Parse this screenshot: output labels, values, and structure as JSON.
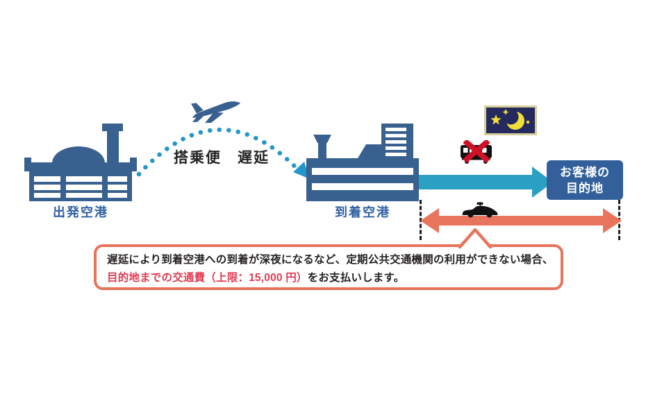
{
  "labels": {
    "flight_delay": "搭乗便　遅延",
    "departure_airport": "出発空港",
    "arrival_airport": "到着空港"
  },
  "destination_box": {
    "line1": "お客様の",
    "line2": "目的地"
  },
  "note": {
    "line1": "遅延により到着空港への到着が深夜になるなど、定期公共交通機関の利用ができない場合、",
    "line2_red": "目的地までの交通費（上限：15,000 円）",
    "line2_black": "をお支払いします。"
  },
  "icons": {
    "airplane": "airplane-icon",
    "flight_path": "dotted-arc-with-arrowhead",
    "departure_airport": "airport-terminal-with-dome-and-tower",
    "arrival_airport": "airport-terminal-with-tower-and-skyscraper",
    "night_sky": "night-sky-moon-and-stars-icon",
    "no_train": "train-with-red-x-icon",
    "taxi": "taxi-silhouette-icon",
    "teal_arrow": "right-arrow",
    "red_double_arrow": "double-headed-arrow"
  },
  "colors": {
    "building_navy": "#39618f",
    "label_blue": "#2e5fa3",
    "flight_path_cyan": "#2397cb",
    "teal_arrow": "#2aa0c2",
    "destination_box_navy": "#33609a",
    "salmon_arrow": "#e8745c",
    "note_border": "#e8745c",
    "note_red_text": "#e13a50",
    "night_navy": "#252a5e",
    "night_border": "#d6cd9b",
    "moon_yellow": "#f2de39",
    "x_red": "#cf1126",
    "text_black": "#231f20"
  }
}
